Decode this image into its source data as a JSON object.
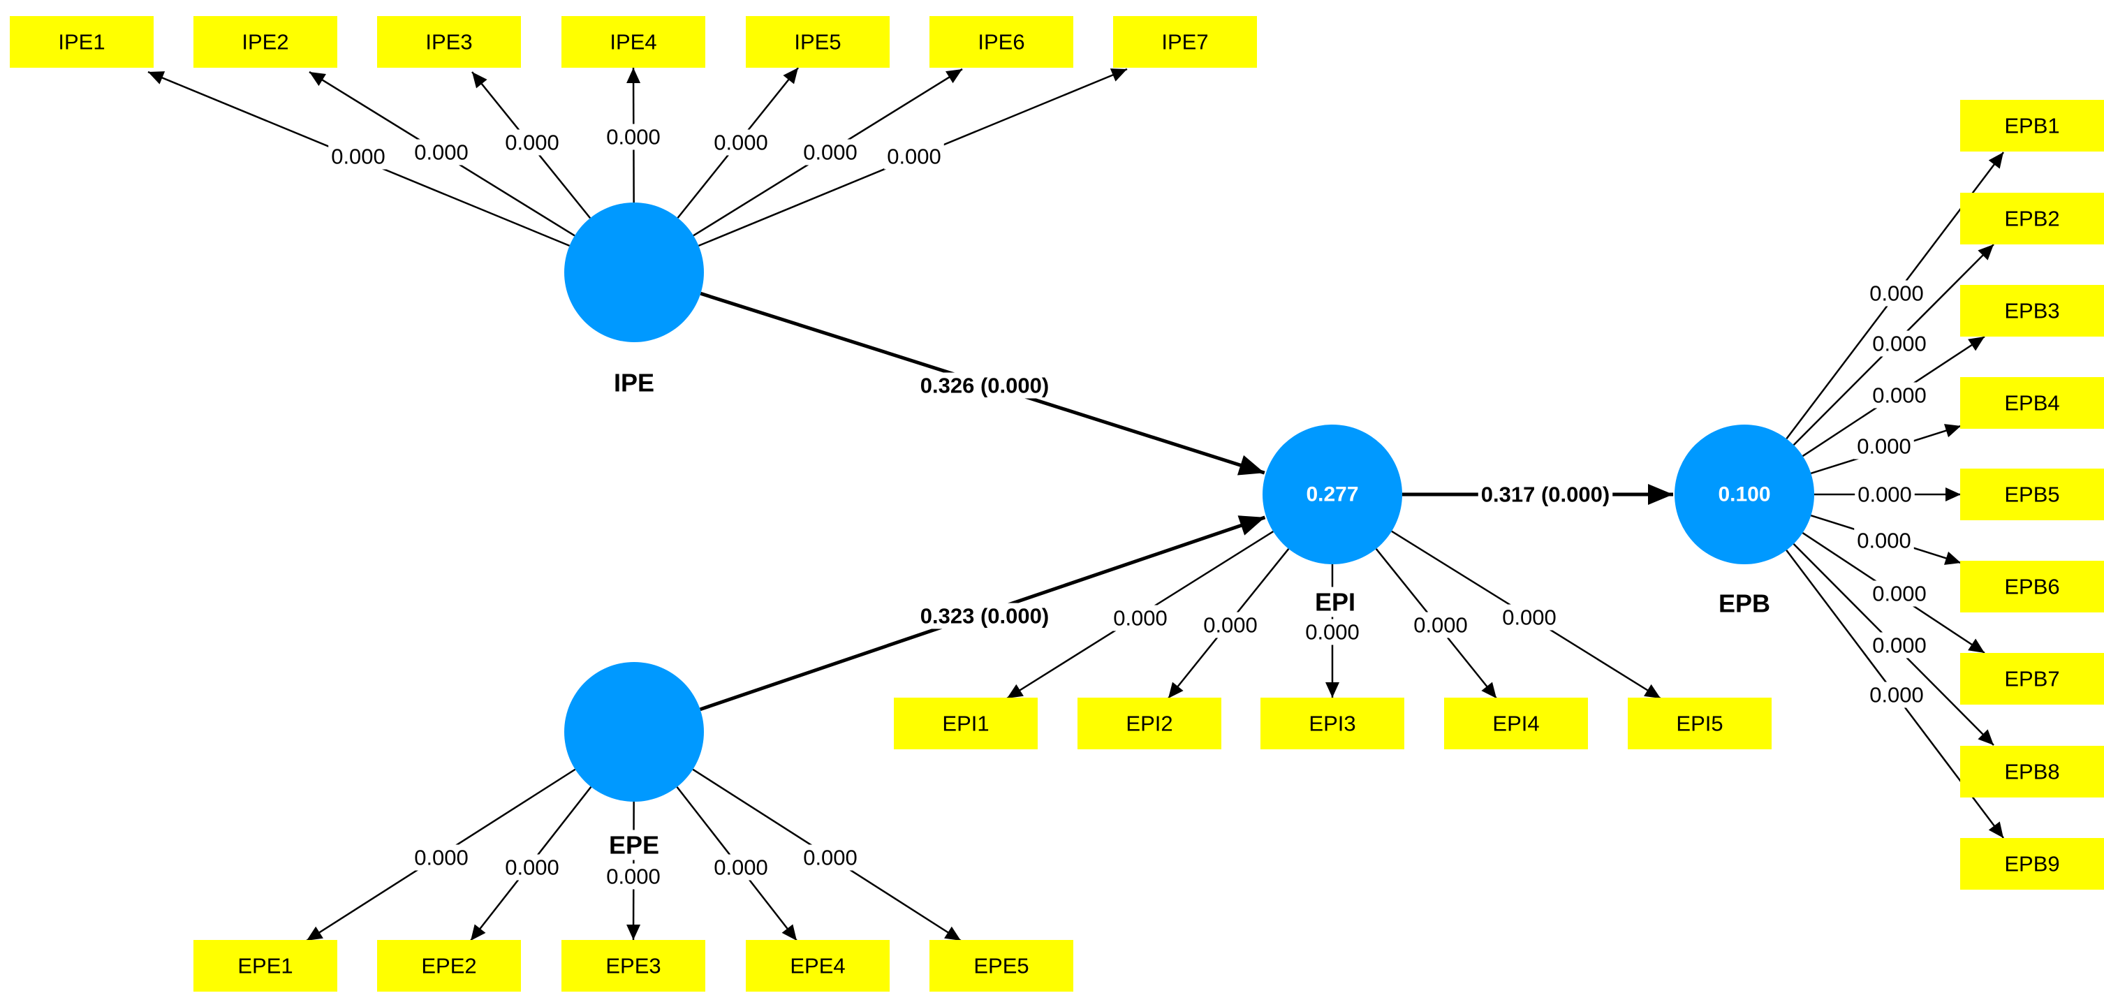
{
  "constructs": [
    {
      "id": "IPE",
      "label": "IPE",
      "r2": ""
    },
    {
      "id": "EPE",
      "label": "EPE",
      "r2": ""
    },
    {
      "id": "EPI",
      "label": "EPI",
      "r2": "0.277"
    },
    {
      "id": "EPB",
      "label": "EPB",
      "r2": "0.100"
    }
  ],
  "indicators": [
    {
      "id": "IPE1",
      "label": "IPE1",
      "construct": "IPE",
      "loading": "0.000"
    },
    {
      "id": "IPE2",
      "label": "IPE2",
      "construct": "IPE",
      "loading": "0.000"
    },
    {
      "id": "IPE3",
      "label": "IPE3",
      "construct": "IPE",
      "loading": "0.000"
    },
    {
      "id": "IPE4",
      "label": "IPE4",
      "construct": "IPE",
      "loading": "0.000"
    },
    {
      "id": "IPE5",
      "label": "IPE5",
      "construct": "IPE",
      "loading": "0.000"
    },
    {
      "id": "IPE6",
      "label": "IPE6",
      "construct": "IPE",
      "loading": "0.000"
    },
    {
      "id": "IPE7",
      "label": "IPE7",
      "construct": "IPE",
      "loading": "0.000"
    },
    {
      "id": "EPE1",
      "label": "EPE1",
      "construct": "EPE",
      "loading": "0.000"
    },
    {
      "id": "EPE2",
      "label": "EPE2",
      "construct": "EPE",
      "loading": "0.000"
    },
    {
      "id": "EPE3",
      "label": "EPE3",
      "construct": "EPE",
      "loading": "0.000"
    },
    {
      "id": "EPE4",
      "label": "EPE4",
      "construct": "EPE",
      "loading": "0.000"
    },
    {
      "id": "EPE5",
      "label": "EPE5",
      "construct": "EPE",
      "loading": "0.000"
    },
    {
      "id": "EPI1",
      "label": "EPI1",
      "construct": "EPI",
      "loading": "0.000"
    },
    {
      "id": "EPI2",
      "label": "EPI2",
      "construct": "EPI",
      "loading": "0.000"
    },
    {
      "id": "EPI3",
      "label": "EPI3",
      "construct": "EPI",
      "loading": "0.000"
    },
    {
      "id": "EPI4",
      "label": "EPI4",
      "construct": "EPI",
      "loading": "0.000"
    },
    {
      "id": "EPI5",
      "label": "EPI5",
      "construct": "EPI",
      "loading": "0.000"
    },
    {
      "id": "EPB1",
      "label": "EPB1",
      "construct": "EPB",
      "loading": "0.000"
    },
    {
      "id": "EPB2",
      "label": "EPB2",
      "construct": "EPB",
      "loading": "0.000"
    },
    {
      "id": "EPB3",
      "label": "EPB3",
      "construct": "EPB",
      "loading": "0.000"
    },
    {
      "id": "EPB4",
      "label": "EPB4",
      "construct": "EPB",
      "loading": "0.000"
    },
    {
      "id": "EPB5",
      "label": "EPB5",
      "construct": "EPB",
      "loading": "0.000"
    },
    {
      "id": "EPB6",
      "label": "EPB6",
      "construct": "EPB",
      "loading": "0.000"
    },
    {
      "id": "EPB7",
      "label": "EPB7",
      "construct": "EPB",
      "loading": "0.000"
    },
    {
      "id": "EPB8",
      "label": "EPB8",
      "construct": "EPB",
      "loading": "0.000"
    },
    {
      "id": "EPB9",
      "label": "EPB9",
      "construct": "EPB",
      "loading": "0.000"
    }
  ],
  "paths": [
    {
      "id": "IPE-EPI",
      "from": "IPE",
      "to": "EPI",
      "label": "0.326 (0.000)"
    },
    {
      "id": "EPE-EPI",
      "from": "EPE",
      "to": "EPI",
      "label": "0.323 (0.000)"
    },
    {
      "id": "EPI-EPB",
      "from": "EPI",
      "to": "EPB",
      "label": "0.317 (0.000)"
    }
  ],
  "colors": {
    "construct_fill": "#0099ff",
    "indicator_fill": "#ffff00",
    "line": "#000000",
    "r2_text": "#ffffff"
  }
}
